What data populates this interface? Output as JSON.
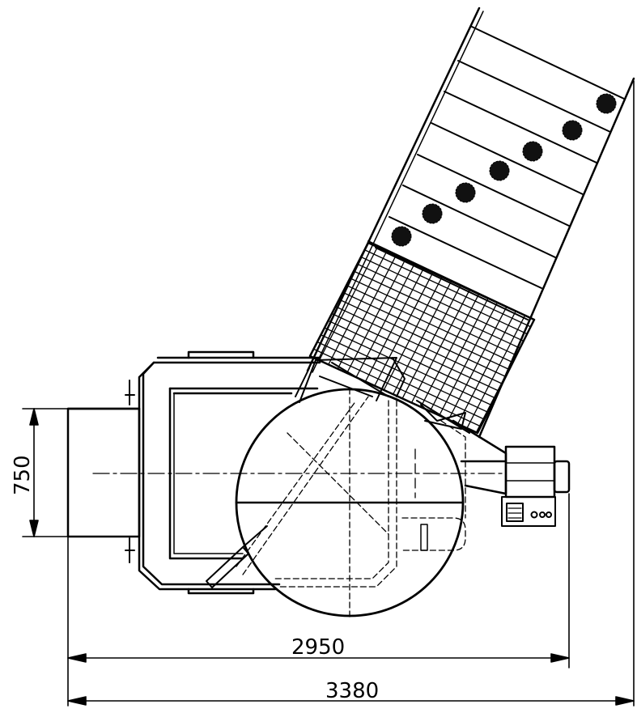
{
  "drawing": {
    "dimensions": {
      "height_left": "750",
      "inner_width": "2950",
      "total_width": "3380"
    },
    "colors": {
      "line": "#000000",
      "background": "#ffffff"
    }
  }
}
